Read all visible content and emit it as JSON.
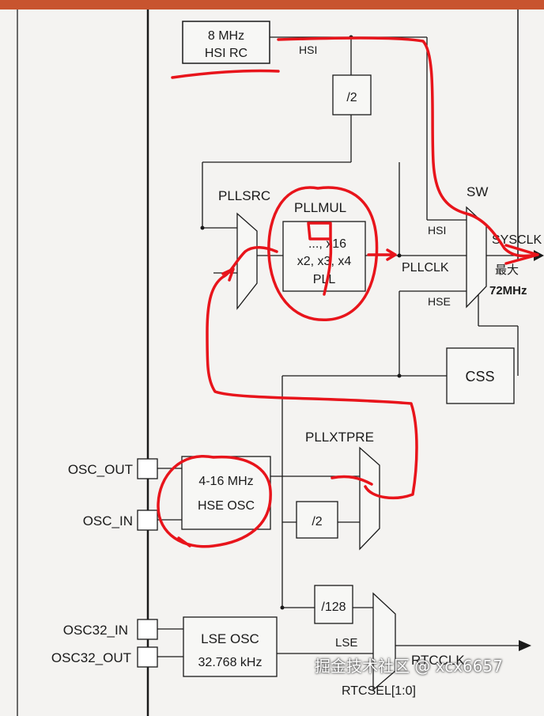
{
  "blocks": {
    "hsi_rc": [
      "8 MHz",
      "HSI RC"
    ],
    "pll": [
      "..., x16",
      "x2, x3, x4",
      "PLL"
    ],
    "css": "CSS",
    "hse_osc": [
      "4-16 MHz",
      "HSE OSC"
    ],
    "lse_osc": [
      "LSE OSC",
      "32.768 kHz"
    ],
    "div2_top": "/2",
    "div2_bottom": "/2",
    "div128": "/128"
  },
  "signals": {
    "hsi": "HSI",
    "pllsrc": "PLLSRC",
    "pllmul": "PLLMUL",
    "sw": "SW",
    "sw_hsi": "HSI",
    "pllclk": "PLLCLK",
    "sw_hse": "HSE",
    "sysclk": "SYSCLK",
    "sysclk_max": "最大",
    "sysclk_freq": "72MHz",
    "pllxtpre": "PLLXTPRE",
    "lse": "LSE",
    "rtcclk": "RTCCLK",
    "rtcsel": "RTCSEL[1:0]"
  },
  "pins": {
    "osc_out": "OSC_OUT",
    "osc_in": "OSC_IN",
    "osc32_in": "OSC32_IN",
    "osc32_out": "OSC32_OUT"
  },
  "watermark": "掘金技术社区 @ xcx6657",
  "colors": {
    "annotation": "#e8141b",
    "line": "#1a1a1a",
    "header": "#c8542f"
  }
}
